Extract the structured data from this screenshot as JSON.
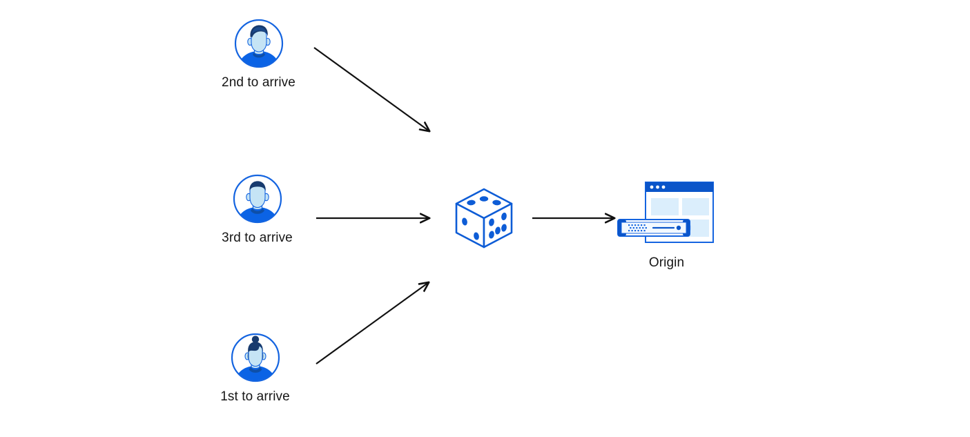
{
  "diagram": {
    "title": "Load balancer random selection diagram",
    "background_color": "#ffffff",
    "arrow_color": "#111111",
    "accent_blue": "#0d5cd6",
    "brand_blue": "#1464e0",
    "skin_tone": "#c5e4f5",
    "hair_dark": "#173a6e",
    "light_panel": "#dbeefc",
    "label_color": "#161616"
  },
  "nodes": {
    "client_top": {
      "label": "2nd to arrive",
      "icon": "user-avatar-male-short-hair-icon"
    },
    "client_middle": {
      "label": "3rd to arrive",
      "icon": "user-avatar-male-flat-hair-icon"
    },
    "client_bottom": {
      "label": "1st to arrive",
      "icon": "user-avatar-female-bun-icon"
    },
    "balancer": {
      "label": "",
      "icon": "dice-cube-icon"
    },
    "origin": {
      "label": "Origin",
      "icon": "server-browser-window-icon"
    }
  },
  "arrows": [
    {
      "name": "arrow-client2-to-dice",
      "from": "client_top",
      "to": "balancer"
    },
    {
      "name": "arrow-client3-to-dice",
      "from": "client_middle",
      "to": "balancer"
    },
    {
      "name": "arrow-client1-to-dice",
      "from": "client_bottom",
      "to": "balancer"
    },
    {
      "name": "arrow-dice-to-origin",
      "from": "balancer",
      "to": "origin"
    }
  ]
}
